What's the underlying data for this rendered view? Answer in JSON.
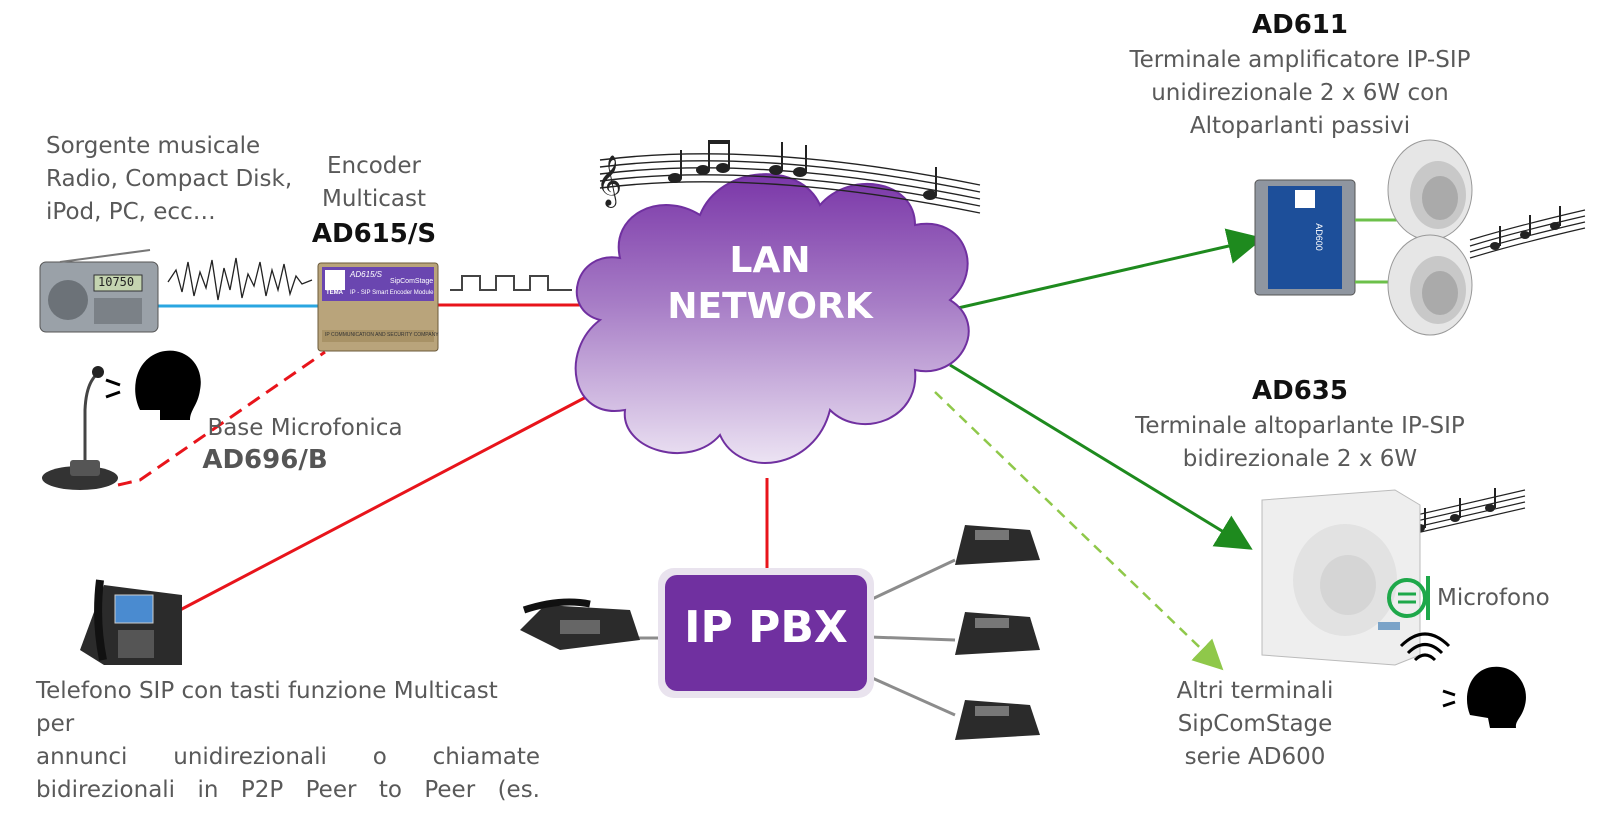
{
  "colors": {
    "cloud_purple": "#7b3fa8",
    "pbx_purple": "#7030a0",
    "red_link": "#e8141b",
    "green_link": "#1e8a1e",
    "dashed_green": "#8fc84a",
    "blue_audio": "#2aa6e0"
  },
  "cloud": {
    "line1": "LAN",
    "line2": "NETWORK"
  },
  "pbx": {
    "label": "IP PBX"
  },
  "source": {
    "line1": "Sorgente musicale",
    "line2": "Radio, Compact Disk,",
    "line3": "iPod, PC, ecc…",
    "radio_display": "10750"
  },
  "encoder": {
    "line1": "Encoder",
    "line2": "Multicast",
    "model": "AD615/S",
    "box_title": "AD615/S",
    "box_brand": "SipComStage",
    "box_sub": "IP - SIP Smart Encoder Module",
    "box_footer": "IP COMMUNICATION AND SECURITY COMPANY",
    "logo": "TEMA"
  },
  "microphone_base": {
    "label": "Base Microfonica",
    "model": "AD696/B"
  },
  "ad611": {
    "model": "AD611",
    "line1": "Terminale amplificatore IP-SIP",
    "line2": "unidirezionale 2 x 6W con",
    "line3": "Altoparlanti passivi",
    "box_label": "AD600"
  },
  "ad635": {
    "model": "AD635",
    "line1": "Terminale altoparlante IP-SIP",
    "line2": "bidirezionale 2 x 6W",
    "mic_label": "Microfono"
  },
  "others": {
    "line1": "Altri terminali",
    "line2": "SipComStage",
    "line3": "serie AD600"
  },
  "phone_text": {
    "line1": "Telefono SIP con tasti funzione Multicast per",
    "line2": "annunci unidirezionali o chiamate",
    "line3": "bidirezionali in P2P Peer to Peer (es."
  }
}
